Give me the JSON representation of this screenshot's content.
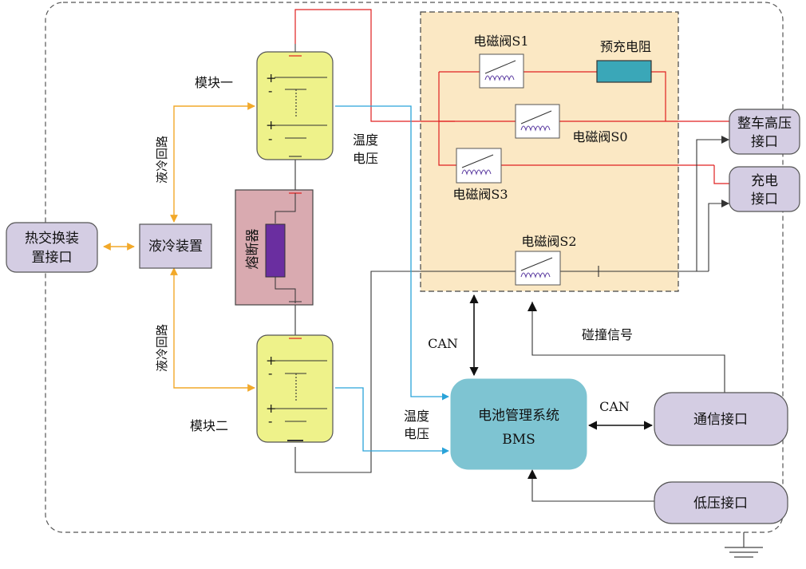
{
  "labels": {
    "module1": "模块一",
    "module2": "模块二",
    "cooling_loop_top": "液冷回路",
    "cooling_loop_bottom": "液冷回路",
    "fuse": "熔断器",
    "temp_voltage_top_1": "温度",
    "temp_voltage_top_2": "电压",
    "temp_voltage_bottom_1": "温度",
    "temp_voltage_bottom_2": "电压",
    "can_vertical": "CAN",
    "can_horizontal": "CAN",
    "collision_signal": "碰撞信号"
  },
  "boxes": {
    "heat_exchange_line1": "热交换装",
    "heat_exchange_line2": "置接口",
    "liquid_cooling": "液冷装置",
    "precharge_resistor": "预充电阻",
    "vehicle_hv_line1": "整车高压",
    "vehicle_hv_line2": "接口",
    "charge_line1": "充电",
    "charge_line2": "接口",
    "bms_line1": "电池管理系统",
    "bms_line2": "BMS",
    "comm_port": "通信接口",
    "lv_port": "低压接口"
  },
  "valves": {
    "s1": "电磁阀S1",
    "s0": "电磁阀S0",
    "s3": "电磁阀S3",
    "s2": "电磁阀S2"
  },
  "battery_symbols": {
    "plus": "+",
    "minus": "-"
  },
  "colors": {
    "hv_line": "#e02020",
    "signal_line": "#2aa3d9",
    "cooling_line": "#f2a92a",
    "wire": "#333333",
    "module_fill": "#eef28a",
    "fuse_fill": "#d9aab0",
    "fuse_element": "#6a2ea0",
    "switchbox_fill": "#fbe8c4",
    "precharge_fill": "#3aa7b8",
    "bms_fill": "#7ec4d2",
    "port_fill": "#d4cde3"
  }
}
